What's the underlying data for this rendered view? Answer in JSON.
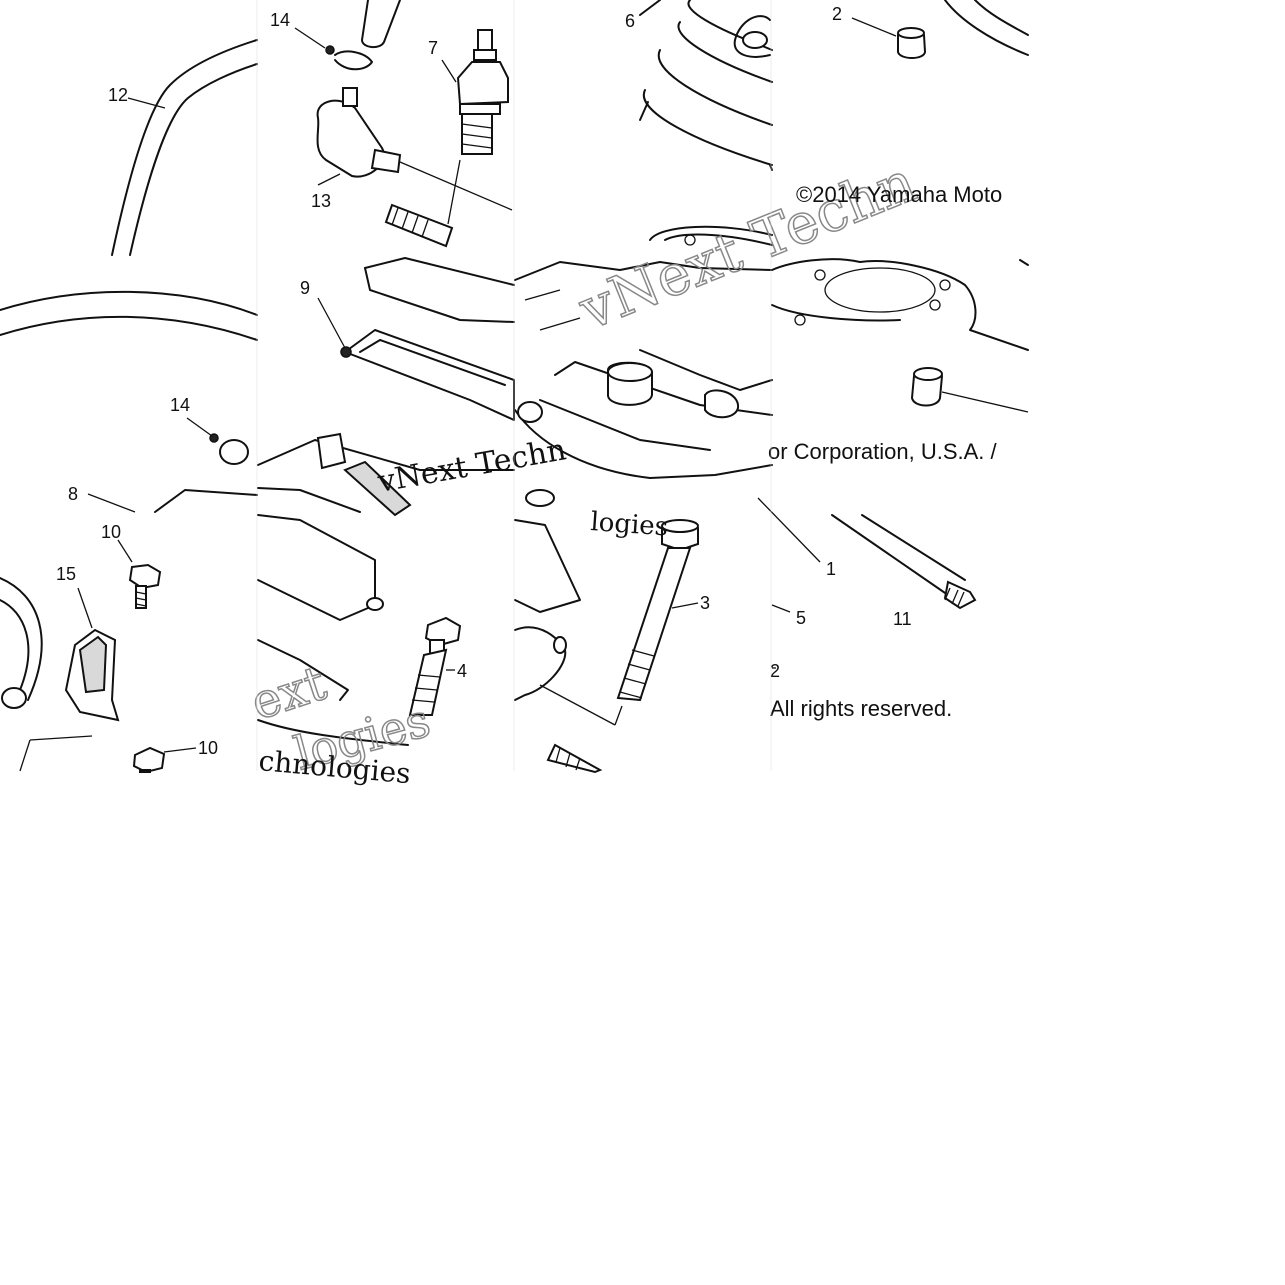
{
  "callouts": {
    "c1": "1",
    "c2a": "2",
    "c2b": "2",
    "c3": "3",
    "c4": "4",
    "c5": "5",
    "c6": "6",
    "c7": "7",
    "c8": "8",
    "c9": "9",
    "c10a": "10",
    "c10b": "10",
    "c11": "11",
    "c12": "12",
    "c13": "13",
    "c14a": "14",
    "c14b": "14",
    "c15": "15"
  },
  "copyright": {
    "line1": "©2014 Yamaha Moto",
    "line2": "or Corporation, U.S.A. /",
    "line3": "All rights reserved."
  },
  "watermarks": {
    "w1": "vNext Techn",
    "w2": "Technologies",
    "w3": "ext",
    "w4": "logies",
    "w5": "chnologies"
  }
}
